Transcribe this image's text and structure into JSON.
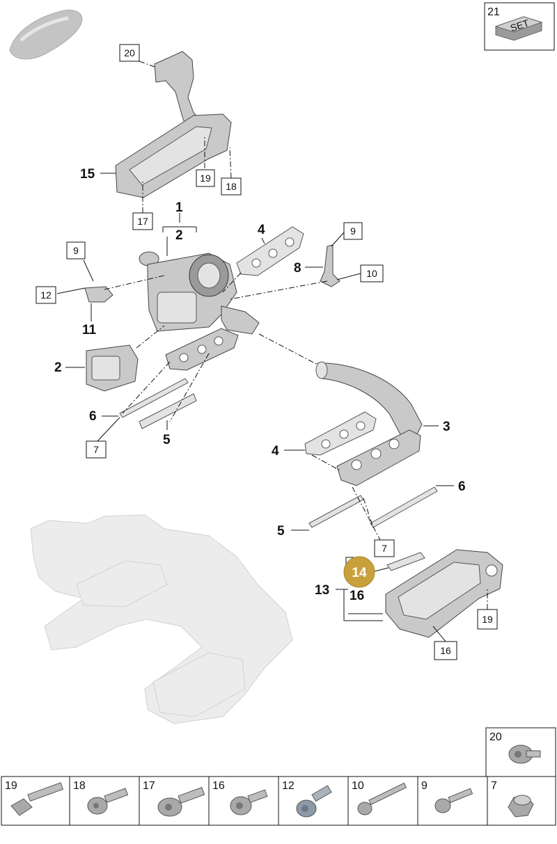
{
  "callouts": {
    "c1": "1",
    "c2a": "2",
    "c2b": "2",
    "c3": "3",
    "c4a": "4",
    "c4b": "4",
    "c5a": "5",
    "c5b": "5",
    "c6a": "6",
    "c6b": "6",
    "c7a": "7",
    "c7b": "7",
    "c8": "8",
    "c9a": "9",
    "c9b": "9",
    "c10": "10",
    "c11": "11",
    "c12": "12",
    "c13": "13",
    "c14": "14",
    "c15": "15",
    "c16a": "16",
    "c16b": "16",
    "c17": "17",
    "c18": "18",
    "c19a": "19",
    "c19b": "19",
    "c20": "20",
    "c21": "21"
  },
  "set_kit": {
    "number": "21",
    "label": "SET"
  },
  "highlight": {
    "number": "14",
    "color": "#c9a13c"
  },
  "fastener_table": {
    "top_cell": {
      "number": "20"
    },
    "cells": [
      {
        "number": "19"
      },
      {
        "number": "18"
      },
      {
        "number": "17"
      },
      {
        "number": "16"
      },
      {
        "number": "12"
      },
      {
        "number": "10"
      },
      {
        "number": "9"
      },
      {
        "number": "7"
      }
    ]
  },
  "colors": {
    "part": "#c9c9c9",
    "ghost": "#ececec",
    "badge": "#c9a13c"
  }
}
